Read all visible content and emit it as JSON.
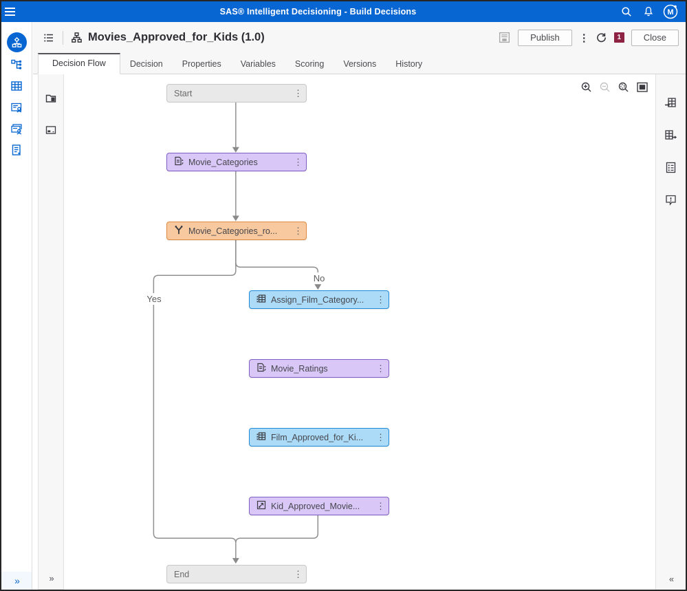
{
  "app_bar": {
    "title": "SAS® Intelligent Decisioning - Build Decisions",
    "avatar_letter": "M",
    "icons": [
      "menu-icon",
      "search-icon",
      "notifications-icon",
      "avatar"
    ]
  },
  "sidebar": {
    "icons": [
      "build-decisions-icon",
      "decision-tree-icon",
      "lookup-tables-icon",
      "rule-sets-icon",
      "rule-flows-icon",
      "treatments-icon"
    ],
    "expander": "»"
  },
  "header": {
    "title": "Movies_Approved_for_Kids (1.0)",
    "publish_label": "Publish",
    "close_label": "Close",
    "badge_count": "1",
    "kebab": "⋮",
    "icons": [
      "open-list-icon",
      "decision-icon",
      "notes-icon",
      "more-options-icon",
      "checkout-cycle-icon"
    ]
  },
  "tabs": [
    {
      "label": "Decision Flow",
      "active": true
    },
    {
      "label": "Decision",
      "active": false
    },
    {
      "label": "Properties",
      "active": false
    },
    {
      "label": "Variables",
      "active": false
    },
    {
      "label": "Scoring",
      "active": false
    },
    {
      "label": "Versions",
      "active": false
    },
    {
      "label": "History",
      "active": false
    }
  ],
  "palette": {
    "icons": [
      "objects-folder-icon",
      "overview-frame-icon"
    ],
    "expander": "»"
  },
  "canvas_toolbar": {
    "icons": [
      "zoom-in-icon",
      "zoom-out-icon",
      "zoom-fit-icon",
      "minimap-icon"
    ]
  },
  "right_panel": {
    "icons": [
      "input-data-icon",
      "output-data-icon",
      "node-properties-icon",
      "messages-icon"
    ],
    "collapser": "«"
  },
  "flow": {
    "nodes": [
      {
        "label": "Start",
        "type": "terminal"
      },
      {
        "label": "Movie_Categories",
        "type": "lookup"
      },
      {
        "label": "Movie_Categories_ro...",
        "type": "branch"
      },
      {
        "label": "Assign_Film_Category...",
        "type": "ruleset"
      },
      {
        "label": "Movie_Ratings",
        "type": "lookup"
      },
      {
        "label": "Film_Approved_for_Ki...",
        "type": "ruleset"
      },
      {
        "label": "Kid_Approved_Movie...",
        "type": "model"
      },
      {
        "label": "End",
        "type": "terminal"
      }
    ],
    "branch_labels": {
      "yes": "Yes",
      "no": "No"
    },
    "node_menu_glyph": "⋮"
  },
  "colors": {
    "app_bar": "#0766d1",
    "accent": "#0766d1",
    "badge": "#8e2243",
    "node_purple_bg": "#d9c8f7",
    "node_purple_border": "#7e5ec4",
    "node_orange_bg": "#f8c99e",
    "node_orange_border": "#df8a3e",
    "node_blue_bg": "#abdbf7",
    "node_blue_border": "#2089d5",
    "node_gray_bg": "#e9e9e9",
    "node_gray_border": "#c7c7c7",
    "edge": "#8f8f8f"
  }
}
